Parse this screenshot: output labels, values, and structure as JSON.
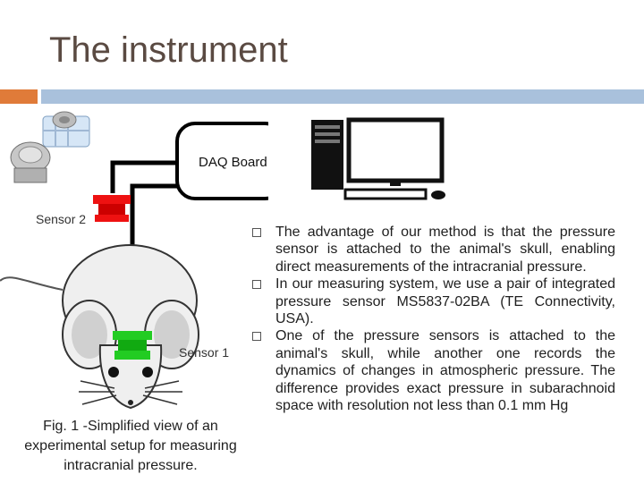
{
  "slide": {
    "title": "The instrument",
    "diagram": {
      "daq_label": "DAQ Board",
      "sensor2_label": "Sensor 2",
      "sensor1_label": "Sensor 1"
    },
    "caption": "Fig. 1 -Simplified view of an experimental setup for measuring intracranial pressure.",
    "bullets": [
      "The advantage of our method is that the pressure sensor is attached to the animal's skull, enabling direct measurements of the intracranial pressure.",
      "In our measuring system, we use a pair of integrated pressure sensor MS5837-02BA (TE Connectivity, USA).",
      "One of the pressure sensors is attached to the animal's skull, while another one records the dynamics of changes in atmospheric pressure. The difference provides exact pressure in subarachnoid space with resolution not less than 0.1 mm Hg"
    ],
    "colors": {
      "accent_orange": "#e07b39",
      "accent_blue": "#a9c1dc",
      "sensor1": "#22cc22",
      "sensor2": "#ee1111",
      "title_color": "#5a4a42"
    }
  }
}
